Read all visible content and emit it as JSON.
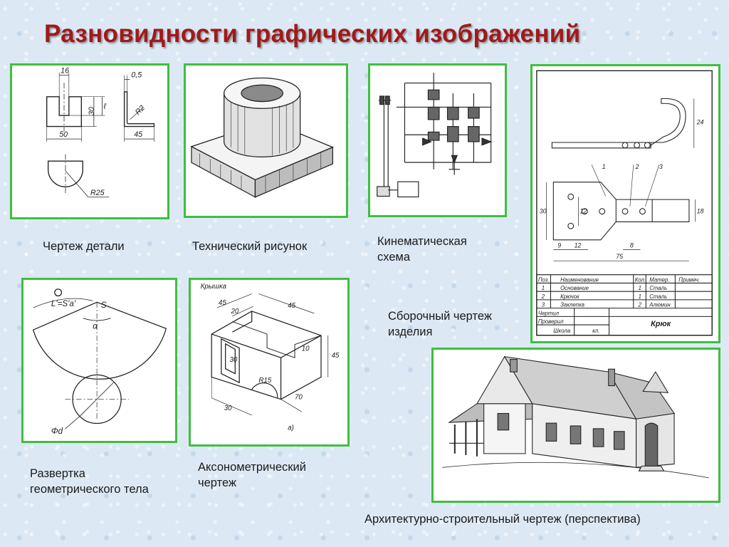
{
  "slide": {
    "title": "Разновидности графических изображений",
    "frame_color": "#3fbf3f",
    "title_color": "#a01a1a"
  },
  "captions": {
    "part_drawing": "Чертеж детали",
    "technical_sketch": "Технический рисунок",
    "kinematic_line1": "Кинематическая",
    "kinematic_line2": "схема",
    "assembly_line1": "Сборочный чертеж",
    "assembly_line2": "изделия",
    "development_line1": "Развертка",
    "development_line2": "геометрического тела",
    "axonometric_line1": "Аксонометрический",
    "axonometric_line2": "чертеж",
    "architectural": "Архитектурно-строительный чертеж (перспектива)"
  },
  "part_drawing": {
    "dims": [
      "16",
      "0,5",
      "30",
      "ℓ",
      "R2",
      "50",
      "45",
      "R25"
    ]
  },
  "development": {
    "formula": "L'=S'a'",
    "apex": "S",
    "angle": "α",
    "diameter": "Φd"
  },
  "axonometric": {
    "label": "Крышка",
    "dims": [
      "45",
      "20",
      "45",
      "10",
      "30",
      "45",
      "R15",
      "70",
      "30"
    ],
    "sheet_letter": "а)"
  },
  "assembly": {
    "dims": [
      "24",
      "1",
      "2",
      "3",
      "30",
      "12",
      "18",
      "9",
      "12",
      "8",
      "75"
    ],
    "table_headers": [
      "Поз.",
      "Наименование",
      "Кол.",
      "Матер.",
      "Примеч."
    ],
    "table_rows": [
      [
        "1",
        "Основание",
        "1",
        "Сталь"
      ],
      [
        "2",
        "Крючок",
        "1",
        "Сталь"
      ],
      [
        "3",
        "Заклепка",
        "2",
        "Алюмин"
      ]
    ],
    "stamp_drawn": "Чертил",
    "stamp_checked": "Проверил",
    "stamp_school": "Школа",
    "stamp_class": "кл.",
    "stamp_name": "Крюк"
  }
}
